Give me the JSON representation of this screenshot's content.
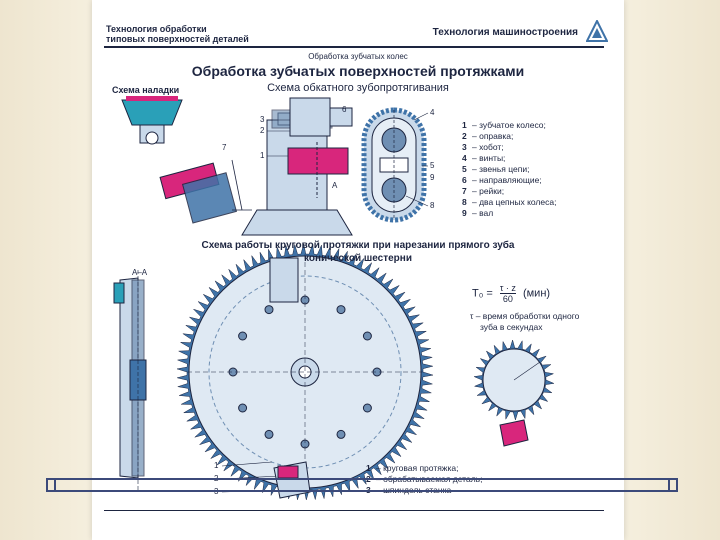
{
  "header": {
    "left_line1": "Технология обработки",
    "left_line2": "типовых поверхностей деталей",
    "right": "Технология машиностроения"
  },
  "section": "Обработка зубчатых колес",
  "title": "Обработка зубчатых поверхностей протяжками",
  "subtitle": "Схема обкатного зубопротягивания",
  "setup_label": "Схема наладки",
  "legend_top": [
    {
      "num": "1",
      "text": "– зубчатое колесо;"
    },
    {
      "num": "2",
      "text": "– оправка;"
    },
    {
      "num": "3",
      "text": "– хобот;"
    },
    {
      "num": "4",
      "text": "– винты;"
    },
    {
      "num": "5",
      "text": "– звенья цепи;"
    },
    {
      "num": "6",
      "text": "– направляющие;"
    },
    {
      "num": "7",
      "text": "– рейки;"
    },
    {
      "num": "8",
      "text": "– два цепных колеса;"
    },
    {
      "num": "9",
      "text": "– вал"
    }
  ],
  "middle_title_line1": "Схема работы круговой протяжки при нарезании прямого зуба",
  "middle_title_line2": "конической шестерни",
  "section_label": "А–А",
  "formula": {
    "lhs": "Т₀ =",
    "numerator": "τ · z",
    "denominator": "60",
    "unit": "(мин)",
    "note_line1": "τ – время обработки одного",
    "note_line2": "зуба в секундах"
  },
  "legend_bottom": [
    {
      "num": "1",
      "text": "– круговая протяжка;"
    },
    {
      "num": "2",
      "text": "– обрабатываемая деталь;"
    },
    {
      "num": "3",
      "text": "– шпиндель станка"
    }
  ],
  "callouts": {
    "c1": "1",
    "c2": "2",
    "c3": "3",
    "c4": "4",
    "c5": "5",
    "c6": "6",
    "c7": "7",
    "c8": "8",
    "c9": "9",
    "a": "А",
    "b1": "1",
    "b2": "2",
    "b3": "3"
  },
  "colors": {
    "ink": "#1d2540",
    "steel": "#c9d9ea",
    "steel_dark": "#6f8fb3",
    "teeth": "#3f73a8",
    "magenta": "#d8267c",
    "teal": "#2aa0b8"
  }
}
